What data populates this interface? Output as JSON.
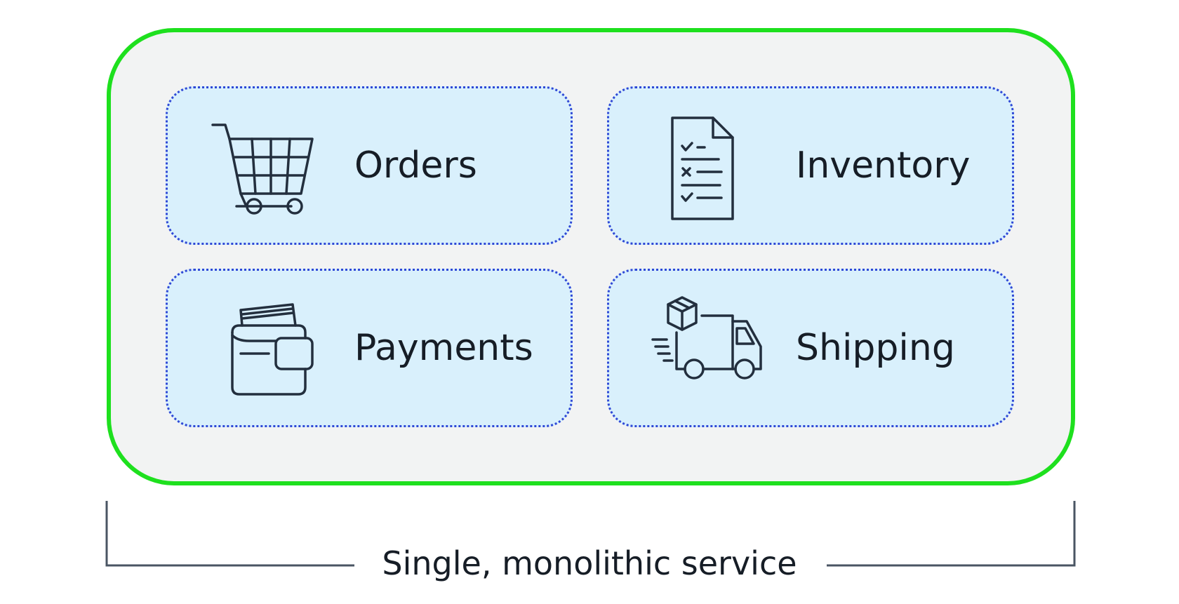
{
  "diagram": {
    "modules": {
      "orders": {
        "label": "Orders",
        "icon": "shopping-cart-icon"
      },
      "inventory": {
        "label": "Inventory",
        "icon": "checklist-document-icon"
      },
      "payments": {
        "label": "Payments",
        "icon": "wallet-icon"
      },
      "shipping": {
        "label": "Shipping",
        "icon": "delivery-truck-icon"
      }
    },
    "caption": "Single, monolithic service",
    "colors": {
      "monolith_border": "#1ee01e",
      "monolith_fill": "#f2f3f3",
      "module_border": "#2f48d6",
      "module_fill": "#d9f0fc",
      "ink": "#161d26",
      "bracket": "#4a5563"
    }
  }
}
